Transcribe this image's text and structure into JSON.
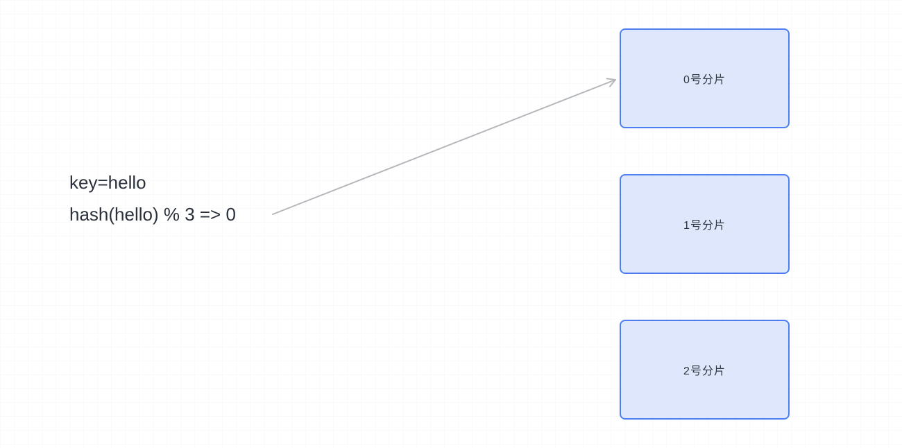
{
  "annotation": {
    "line1": "key=hello",
    "line2": "hash(hello) % 3 => 0",
    "text_color": "#2b323c"
  },
  "arrow": {
    "name": "hash-routing-arrow",
    "color": "#b4b7bb",
    "points_to_shard": "0号分片"
  },
  "shards": [
    {
      "label": "0号分片"
    },
    {
      "label": "1号分片"
    },
    {
      "label": "2号分片"
    }
  ],
  "shard_style": {
    "fill_color": "#dee7fc",
    "border_color": "#4d7ef3",
    "label_color": "#2f353e"
  }
}
